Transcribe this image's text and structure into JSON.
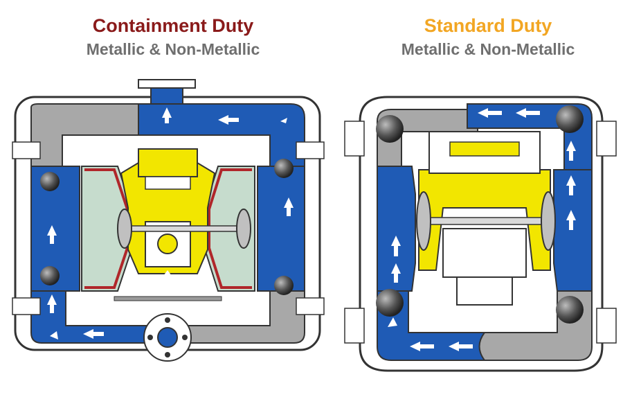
{
  "left_panel": {
    "title": "Containment Duty",
    "subtitle": "Metallic & Non-Metallic",
    "title_color": "#8a1a1a",
    "subtitle_color": "#6f6f6f"
  },
  "right_panel": {
    "title": "Standard Duty",
    "subtitle": "Metallic & Non-Metallic",
    "title_color": "#f2a623",
    "subtitle_color": "#6f6f6f"
  },
  "colors": {
    "fluid": "#1f5bb5",
    "air_chamber": "#f2e600",
    "diaphragm_side": "#c6dccd",
    "body": "#a8a8a8",
    "ball": "#4a4a4a",
    "diaphragm_red": "#b0262a",
    "arrow": "#ffffff"
  },
  "icons": [
    "flow-arrow-icon",
    "check-ball-icon",
    "flange-icon"
  ]
}
